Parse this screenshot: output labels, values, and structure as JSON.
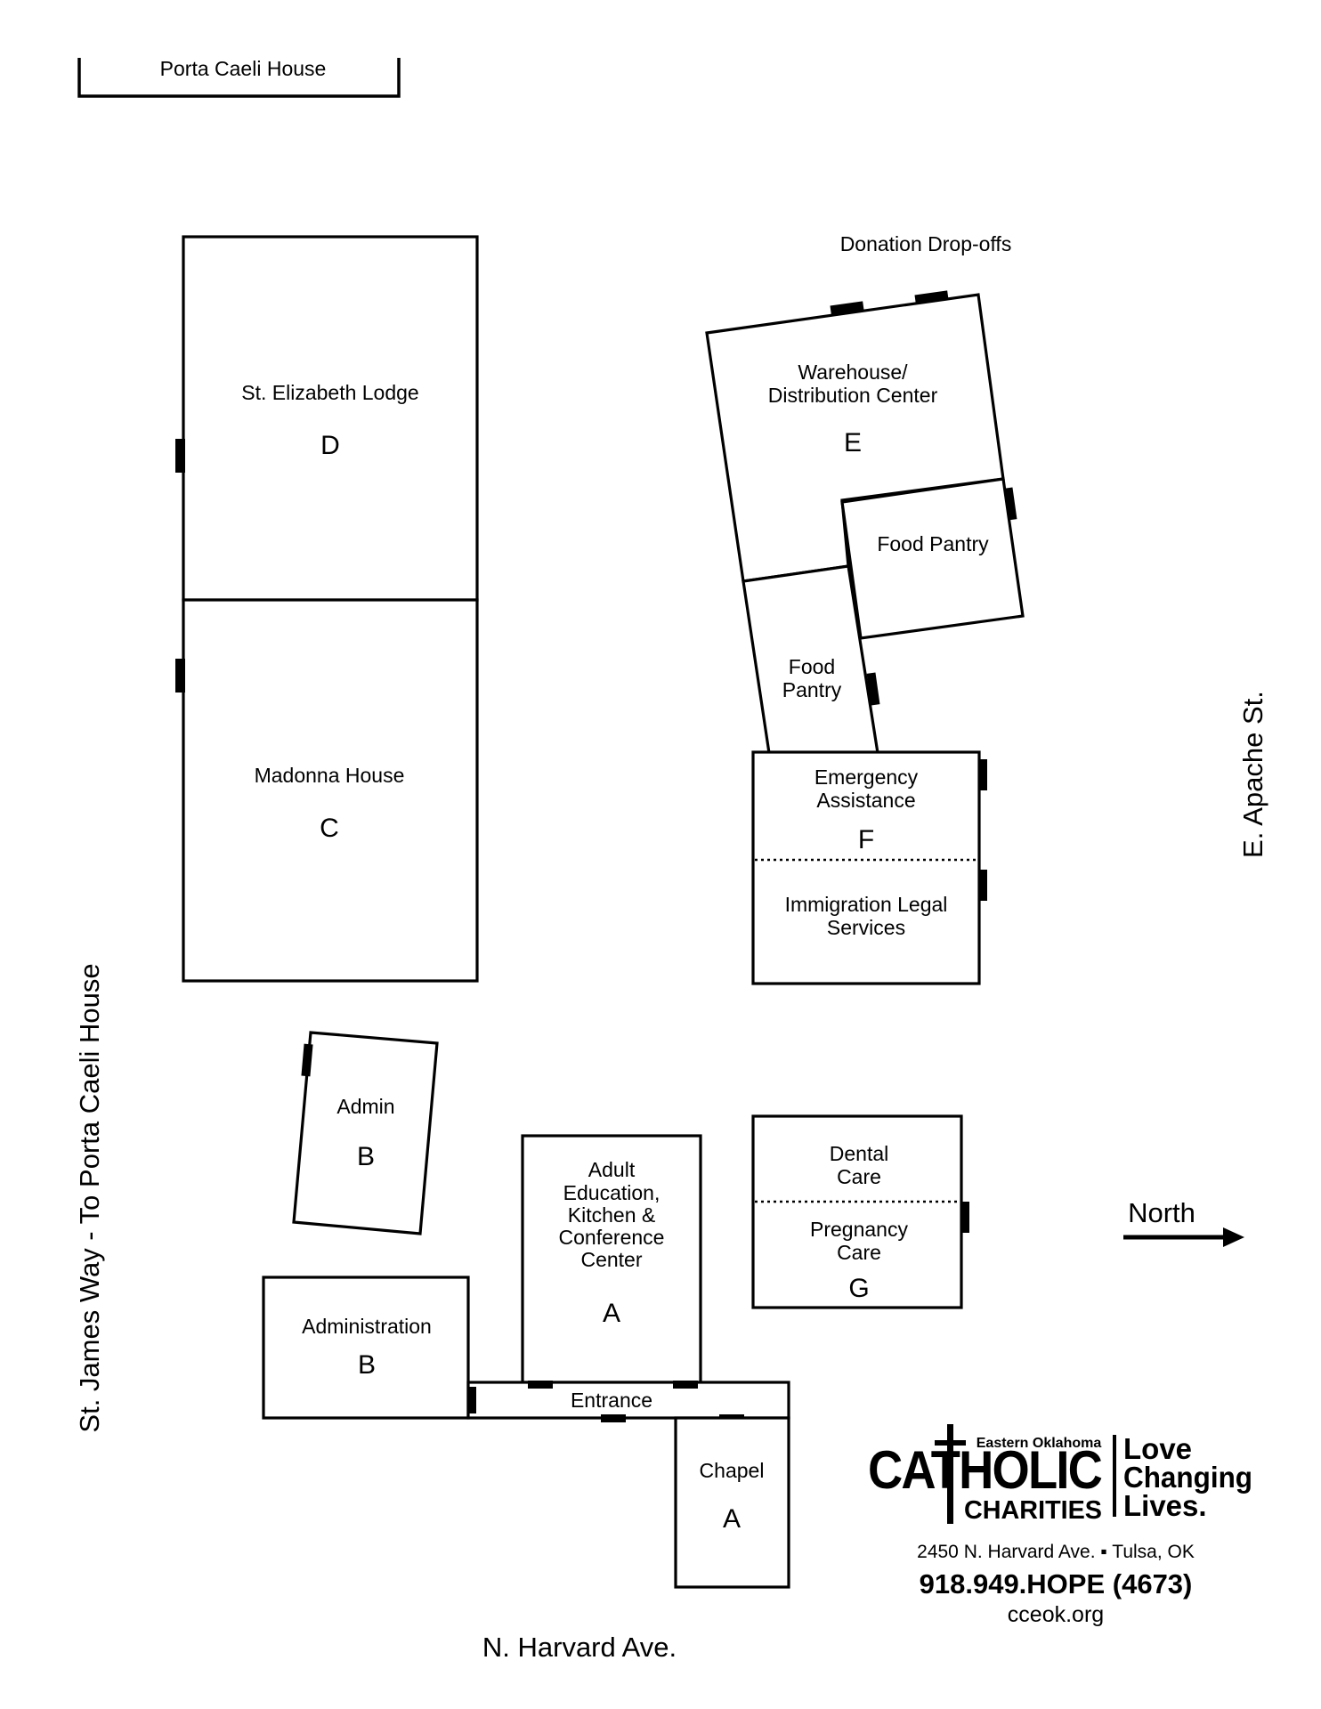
{
  "colors": {
    "ink": "#000000",
    "paper": "#ffffff"
  },
  "top_label": "Porta Caeli House",
  "donation_label": "Donation Drop-offs",
  "streets": {
    "west": "St. James Way - To Porta Caeli House",
    "east": "E. Apache St.",
    "south": "N. Harvard Ave."
  },
  "north_label": "North",
  "buildings": {
    "d": {
      "name": "St. Elizabeth Lodge",
      "letter": "D"
    },
    "c": {
      "name": "Madonna House",
      "letter": "C"
    },
    "e": {
      "name_line1": "Warehouse/",
      "name_line2": "Distribution Center",
      "letter": "E"
    },
    "food_pantry_1": {
      "name": "Food Pantry"
    },
    "food_pantry_2": {
      "name_line1": "Food",
      "name_line2": "Pantry"
    },
    "f": {
      "upper_line1": "Emergency",
      "upper_line2": "Assistance",
      "letter": "F",
      "lower_line1": "Immigration Legal",
      "lower_line2": "Services"
    },
    "admin_small": {
      "name": "Admin",
      "letter": "B"
    },
    "a_main": {
      "line1": "Adult",
      "line2": "Education,",
      "line3": "Kitchen &",
      "line4": "Conference",
      "line5": "Center",
      "letter": "A"
    },
    "g": {
      "upper_line1": "Dental",
      "upper_line2": "Care",
      "lower_line1": "Pregnancy",
      "lower_line2": "Care",
      "letter": "G"
    },
    "administration": {
      "name": "Administration",
      "letter": "B"
    },
    "entrance": {
      "name": "Entrance"
    },
    "chapel": {
      "name": "Chapel",
      "letter": "A"
    }
  },
  "logo": {
    "region": "Eastern Oklahoma",
    "word1": "CATHOLIC",
    "word2": "CHARITIES",
    "tagline1": "Love",
    "tagline2": "Changing",
    "tagline3": "Lives."
  },
  "contact": {
    "address": "2450 N. Harvard Ave. ▪ Tulsa, OK",
    "phone": "918.949.HOPE (4673)",
    "website": "cceok.org"
  }
}
